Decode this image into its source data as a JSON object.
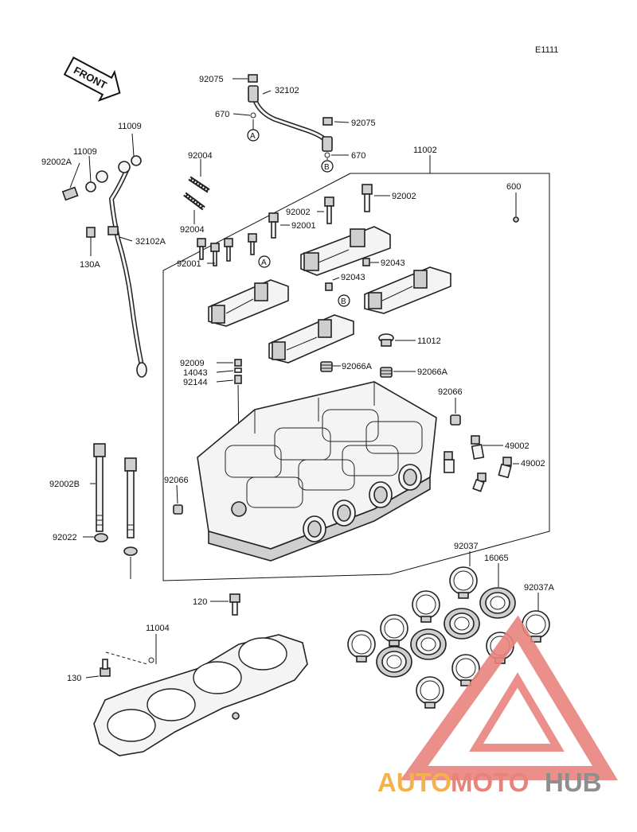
{
  "diagram_code": "E1111",
  "front_arrow_label": "FRONT",
  "callouts": {
    "c92075a": "92075",
    "c32102": "32102",
    "c670a": "670",
    "c92075b": "92075",
    "c670b": "670",
    "c11009a": "11009",
    "c11009b": "11009",
    "c92002A": "92002A",
    "c130A": "130A",
    "c32102A": "32102A",
    "c92004a": "92004",
    "c92004b": "92004",
    "c11002": "11002",
    "c600": "600",
    "c92002a": "92002",
    "c92002b": "92002",
    "c92001a": "92001",
    "c92001b": "92001",
    "c92043a": "92043",
    "c92043b": "92043",
    "c11012": "11012",
    "c92009": "92009",
    "c14043": "14043",
    "c92144": "92144",
    "c92066Aa": "92066A",
    "c92066Ab": "92066A",
    "c92066a": "92066",
    "c49002a": "49002",
    "c49002b": "49002",
    "c92066b": "92066",
    "c92002B": "92002B",
    "c92022": "92022",
    "c92037": "92037",
    "c16065": "16065",
    "c92037A": "92037A",
    "c120": "120",
    "c11004": "11004",
    "c130": "130"
  },
  "markers": {
    "A1": "A",
    "A2": "A",
    "B1": "B",
    "B2": "B"
  },
  "watermark": {
    "part1": "AUTO",
    "part2": "MOTO",
    "part3": "HUB"
  },
  "colors": {
    "watermark_orange": "#f3b24c",
    "watermark_red": "#e8837c",
    "watermark_gray": "#8e8e8e",
    "line": "#111111"
  }
}
